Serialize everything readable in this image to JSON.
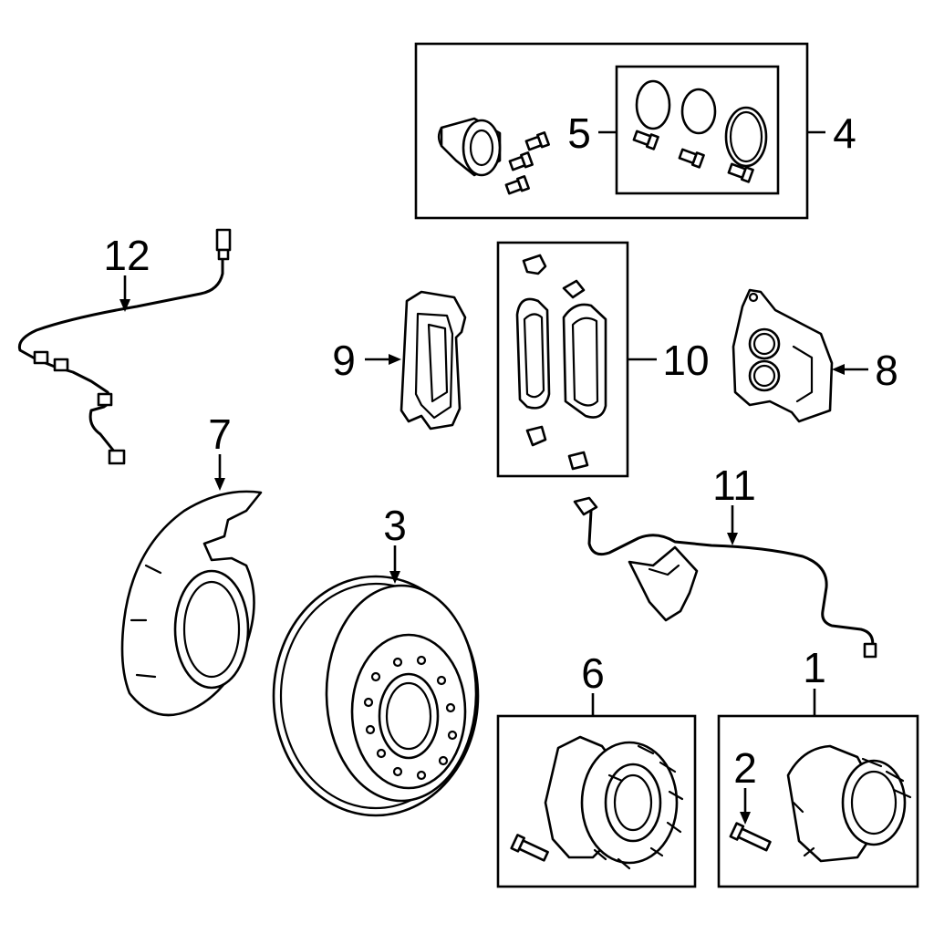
{
  "callouts": {
    "c1": "1",
    "c2": "2",
    "c3": "3",
    "c4": "4",
    "c5": "5",
    "c6": "6",
    "c7": "7",
    "c8": "8",
    "c9": "9",
    "c10": "10",
    "c11": "11",
    "c12": "12"
  },
  "colors": {
    "ink": "#000000",
    "background": "#ffffff"
  }
}
